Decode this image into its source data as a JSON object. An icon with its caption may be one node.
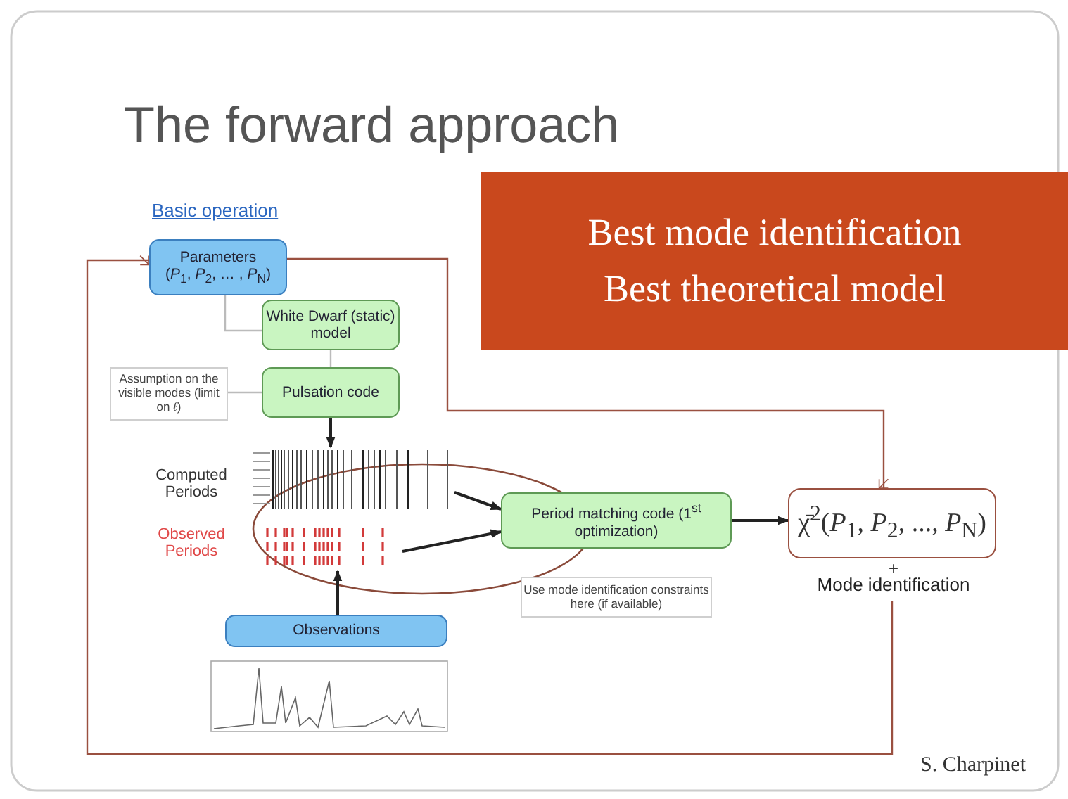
{
  "diagram": {
    "title": "The forward approach",
    "nodes": [
      {
        "text": [
          "Parameters",
          "(*P*$_{1}$, *P*$_{2}$, … , *P*$_{N}$)"
        ]
      },
      {
        "text": [
          "White Dwarf (static) model"
        ]
      },
      {
        "text": [
          "Assumption on the visible modes (limit on *ℓ*)"
        ]
      },
      {
        "text": [
          "Pulsation code"
        ]
      },
      {
        "text": [],
        "shape": "picture",
        "beside": [
          "Computed Periods"
        ]
      },
      {
        "text": [],
        "shape": "picture",
        "beside": [
          "Observed Periods"
        ]
      },
      {
        "text": [
          "Period matching code (1$^{st}$ optimization)"
        ]
      },
      {
        "text": [
          "Use mode identification constraints here (if available)"
        ]
      },
      {
        "text": [
          "Observations"
        ]
      },
      {
        "text": [
          "χ̄$^{2}$(*P*$_{1}$, *P*$_{2}$, ..., *P*$_{N}$)"
        ],
        "beside": [
          "+",
          "Mode identification"
        ]
      },
      {
        "text": [
          "Best mode identification",
          "Best theoretical model"
        ]
      }
    ],
    "edges": [
      {
        "from": 0,
        "to": 1,
        "arrow": "none",
        "color": "#bbbbbb"
      },
      {
        "from": 1,
        "to": 3,
        "arrow": "none",
        "color": "#bbbbbb"
      },
      {
        "from": 2,
        "to": 3,
        "arrow": "none",
        "color": "#bbbbbb"
      },
      {
        "from": 3,
        "to": 4,
        "arrow": "to"
      },
      {
        "from": 8,
        "to": 5,
        "arrow": "to"
      },
      {
        "from": 4,
        "to": 6,
        "arrow": "to"
      },
      {
        "from": 5,
        "to": 6,
        "arrow": "to"
      },
      {
        "from": 6,
        "to": 9,
        "arrow": "to"
      },
      {
        "from": 0,
        "to": 9,
        "arrow": "to",
        "color": "#9a5040"
      },
      {
        "from": 9,
        "to": 0,
        "arrow": "to",
        "color": "#9a5040"
      }
    ],
    "labels": [
      "Basic operation",
      "S. Charpinet"
    ]
  }
}
